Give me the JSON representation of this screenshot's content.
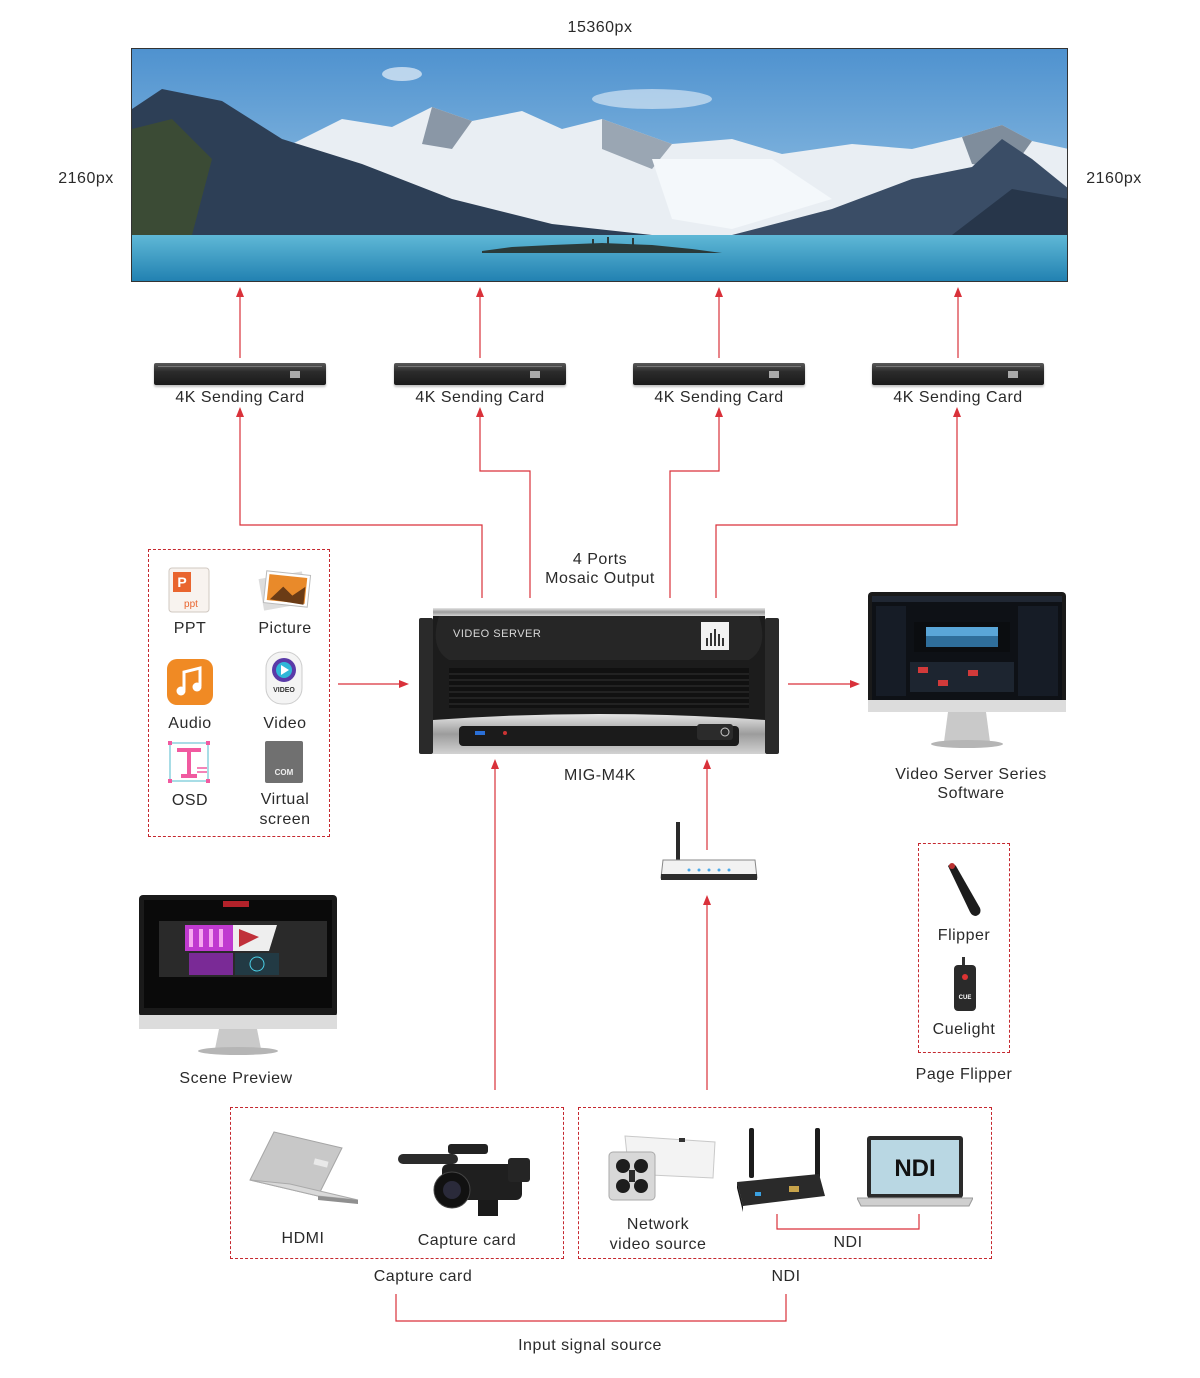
{
  "display": {
    "width_label": "15360px",
    "height_label_left": "2160px",
    "height_label_right": "2160px"
  },
  "sending_cards": [
    {
      "label": "4K Sending Card"
    },
    {
      "label": "4K Sending Card"
    },
    {
      "label": "4K Sending Card"
    },
    {
      "label": "4K Sending Card"
    }
  ],
  "server": {
    "output_label_line1": "4 Ports",
    "output_label_line2": "Mosaic Output",
    "front_text": "VIDEO SERVER",
    "model": "MIG-M4K"
  },
  "media": [
    {
      "label": "PPT",
      "icon": "ppt-icon"
    },
    {
      "label": "Picture",
      "icon": "picture-icon"
    },
    {
      "label": "Audio",
      "icon": "audio-icon"
    },
    {
      "label": "Video",
      "icon": "video-icon"
    },
    {
      "label": "OSD",
      "icon": "osd-icon"
    },
    {
      "label": "Virtual screen",
      "icon": "virtual-screen-icon"
    }
  ],
  "icon_text": {
    "ppt": "ppt",
    "video": "VIDEO",
    "com": "COM",
    "ndi": "NDI",
    "cuelight": "CUE"
  },
  "software": {
    "label_line1": "Video Server Series",
    "label_line2": "Software"
  },
  "scene_preview": {
    "label": "Scene Preview"
  },
  "page_flipper": {
    "title": "Page Flipper",
    "items": [
      {
        "label": "Flipper",
        "icon": "flipper-icon"
      },
      {
        "label": "Cuelight",
        "icon": "cuelight-icon"
      }
    ]
  },
  "capture_group": {
    "title": "Capture card",
    "items": [
      {
        "label": "HDMI",
        "icon": "laptop-icon"
      },
      {
        "label": "Capture card",
        "icon": "camcorder-icon"
      }
    ]
  },
  "ndi_group": {
    "title": "NDI",
    "network_line1": "Network",
    "network_line2": "video source",
    "sub_label": "NDI"
  },
  "input_label": "Input signal source",
  "colors": {
    "arrow": "#d9313a",
    "dotted_border": "#c5282f",
    "server_body": "#1c1c1c",
    "panel_accent": "#9a9a9a"
  }
}
